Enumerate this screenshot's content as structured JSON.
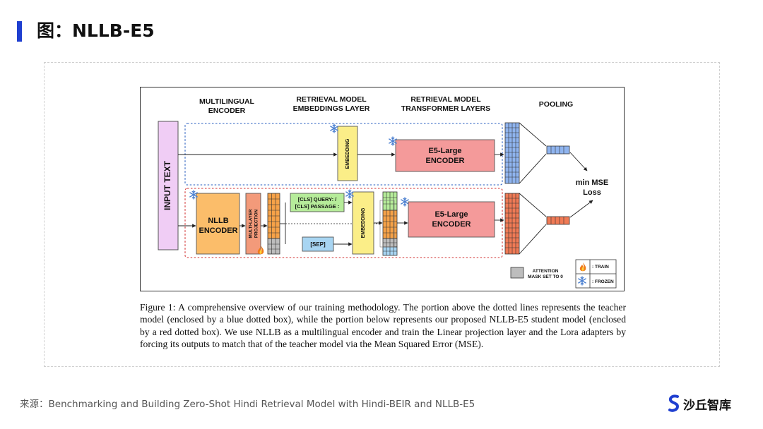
{
  "page": {
    "title": "图：NLLB-E5",
    "source": "来源：Benchmarking and Building Zero-Shot Hindi Retrieval Model with Hindi-BEIR and NLLB-E5",
    "brand": "沙丘智库",
    "accent_color": "#1f3fd0"
  },
  "diagram": {
    "headers": {
      "multilingual_encoder": [
        "MULTILINGUAL",
        "ENCODER"
      ],
      "embeddings_layer": [
        "RETRIEVAL MODEL",
        "EMBEDDINGS LAYER"
      ],
      "transformer_layers": [
        "RETRIEVAL MODEL",
        "TRANSFORMER LAYERS"
      ],
      "pooling": "POOLING"
    },
    "input_text": "INPUT TEXT",
    "teacher": {
      "embedding": "EMBEDDING",
      "encoder": [
        "E5-Large",
        "ENCODER"
      ],
      "color": "#1f5fbf"
    },
    "student": {
      "nllb": [
        "NLLB",
        "ENCODER"
      ],
      "projection": [
        "MULTI-LAYER",
        "PROJECTION"
      ],
      "prompt": [
        "[CLS] QUERY: /",
        "[CLS] PASSAGE :"
      ],
      "sep": "[SEP]",
      "embedding": "EMBEDDING",
      "encoder": [
        "E5-Large",
        "ENCODER"
      ],
      "color": "#d03030"
    },
    "loss": [
      "min MSE",
      "Loss"
    ],
    "legend": {
      "attention_mask": [
        "ATTENTION",
        "MASK SET TO 0"
      ],
      "train": ": TRAIN",
      "frozen": ": FROZEN"
    },
    "icons": {
      "frozen": "snowflake-icon",
      "train": "fire-icon"
    }
  },
  "caption": "Figure 1: A comprehensive overview of our training methodology. The portion above the dotted lines represents the teacher model (enclosed by a blue dotted box), while the portion below represents our proposed NLLB-E5 student model (enclosed by a red dotted box). We use NLLB as a multilingual encoder and train the Linear projection layer and the Lora adapters by forcing its outputs to match that of the teacher model via the Mean Squared Error (MSE)."
}
